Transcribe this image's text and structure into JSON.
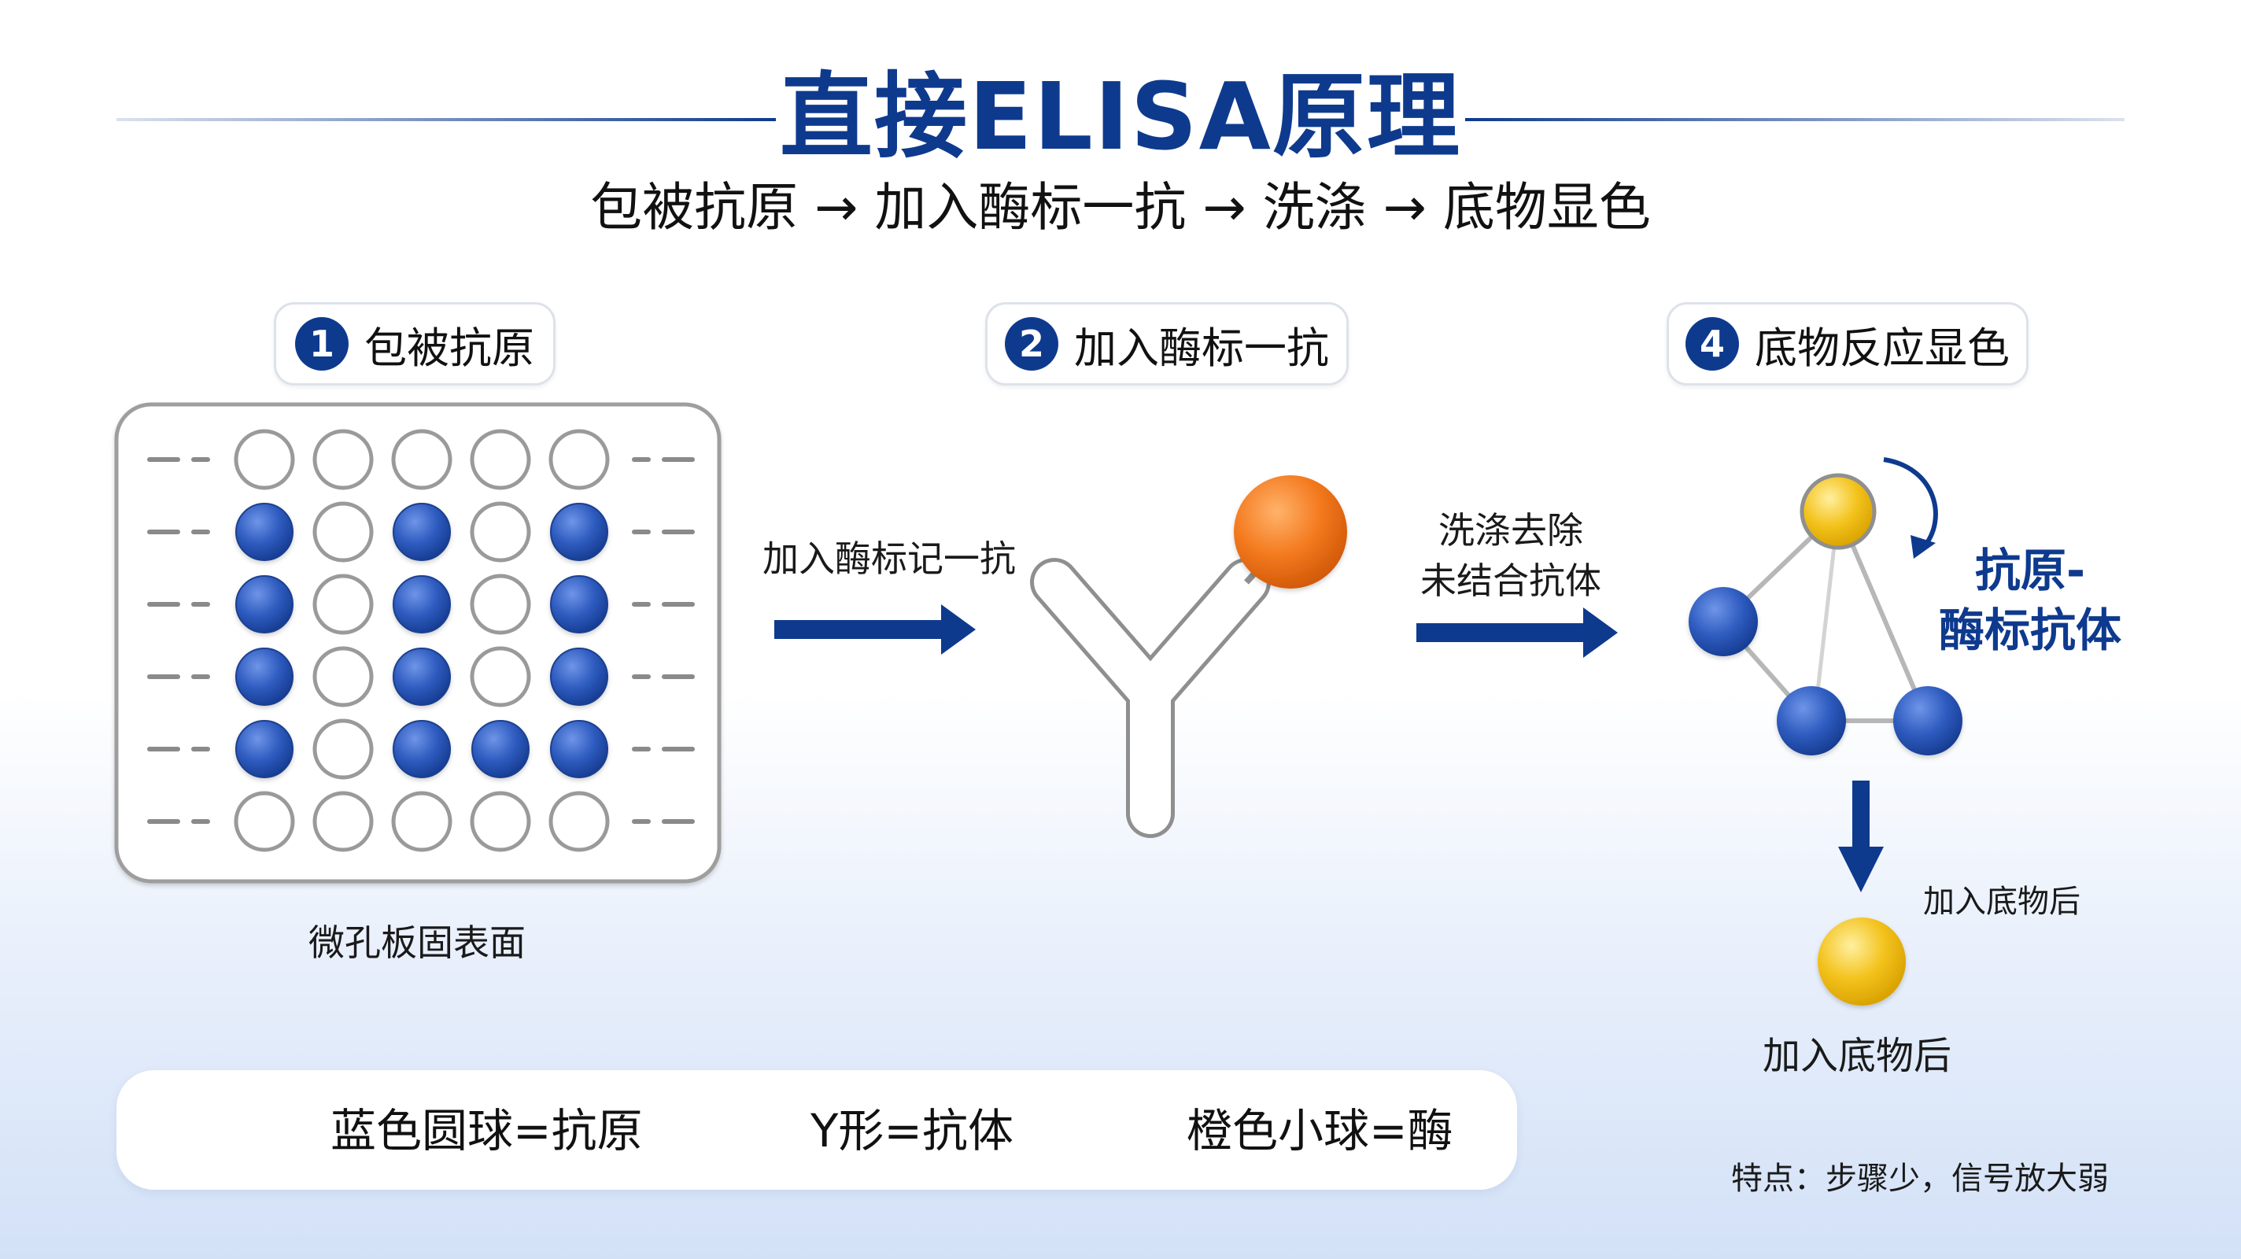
{
  "title": "直接ELISA原理",
  "subtitle": "包被抗原 → 加入酶标一抗 → 洗涤 → 底物显色",
  "steps": [
    {
      "number": "1",
      "label": "包被抗原"
    },
    {
      "number": "2",
      "label": "加入酶标一抗"
    },
    {
      "number": "4",
      "label": "底物反应显色"
    }
  ],
  "plate": {
    "caption": "微孔板固表面",
    "rows": [
      [
        0,
        0,
        0,
        0,
        0
      ],
      [
        1,
        0,
        1,
        0,
        1
      ],
      [
        1,
        0,
        1,
        0,
        1
      ],
      [
        1,
        0,
        1,
        0,
        1
      ],
      [
        1,
        0,
        1,
        1,
        1
      ],
      [
        0,
        0,
        0,
        0,
        0
      ]
    ]
  },
  "arrows": {
    "add_antibody": "加入酶标记一抗",
    "wash_line1": "洗涤去除",
    "wash_line2": "未结合抗体"
  },
  "complex": {
    "label_line1": "抗原-",
    "label_line2": "酶标抗体",
    "substrate_right": "加入底物后",
    "substrate_below": "加入底物后"
  },
  "legend": {
    "antigen": "蓝色圆球=抗原",
    "antibody": "Y形=抗体",
    "enzyme": "橙色小球=酶"
  },
  "note": "特点：步骤少，信号放大弱",
  "colors": {
    "primary": "#0e3a8e",
    "antigen_blue": "#2f5cc0",
    "enzyme_orange": "#f47a1f",
    "substrate_yellow": "#f3c21c",
    "antibody_gray": "#a5a5a5"
  }
}
